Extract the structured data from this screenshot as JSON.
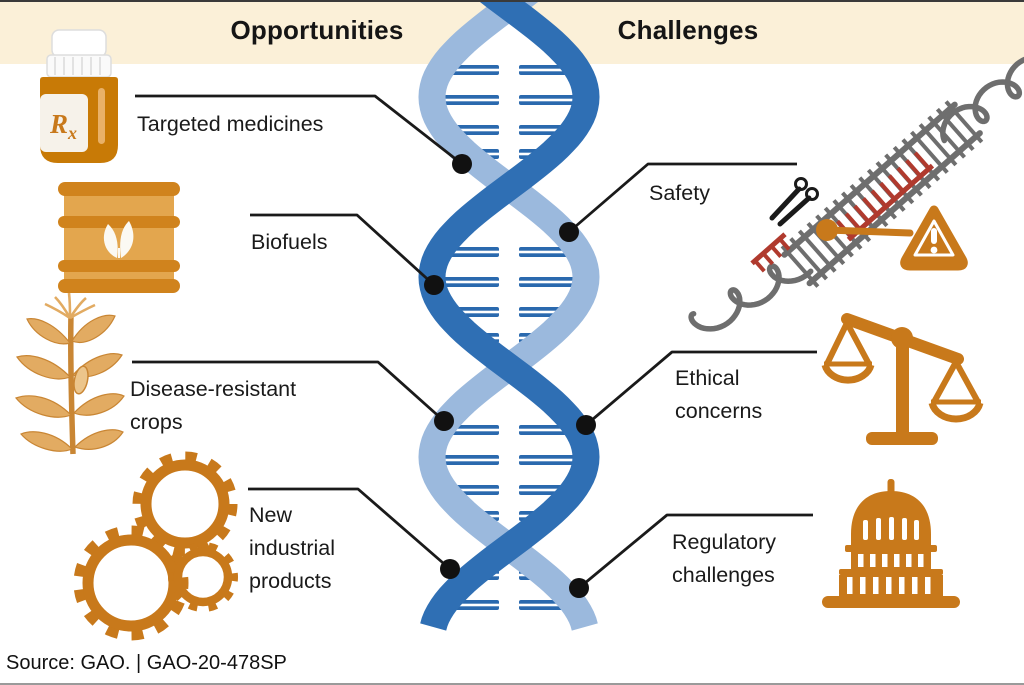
{
  "banner": {
    "opportunities_title": "Opportunities",
    "challenges_title": "Challenges"
  },
  "opportunities": [
    {
      "label": "Targeted medicines",
      "icon": "pill-bottle-icon"
    },
    {
      "label": "Biofuels",
      "icon": "biofuel-barrel-icon"
    },
    {
      "label": "Disease-resistant crops",
      "icon": "corn-plant-icon"
    },
    {
      "label": "New industrial products",
      "icon": "gears-icon"
    }
  ],
  "challenges": [
    {
      "label": "Safety",
      "icon": "gene-editing-scissors-icon"
    },
    {
      "label": "Ethical concerns",
      "icon": "balance-scale-icon"
    },
    {
      "label": "Regulatory challenges",
      "icon": "capitol-building-icon"
    }
  ],
  "label_lines": {
    "disease_resistant_1": "Disease-resistant",
    "disease_resistant_2": "crops",
    "new_industrial_1": "New",
    "new_industrial_2": "industrial",
    "new_industrial_3": "products",
    "ethical_1": "Ethical",
    "ethical_2": "concerns",
    "regulatory_1": "Regulatory",
    "regulatory_2": "challenges"
  },
  "bottle_text": {
    "r": "R",
    "x": "x"
  },
  "source_line": "Source: GAO.  |  GAO-20-478SP",
  "center_graphic": "dna-double-helix",
  "palette": {
    "banner_bg": "#fbf0d8",
    "orange": "#c8791b",
    "orange_light": "#e3a64e",
    "bottle_orange": "#c87a06",
    "helix_dark": "#2f6fb4",
    "helix_light": "#9bb9dd",
    "rung": "#2a69ae",
    "gray": "#6e6e6e",
    "red": "#b03a2e",
    "ink": "#1a1a1a",
    "corn": "#e2ab62",
    "corn_dark": "#c98634",
    "leaf_white": "#fbf9f3",
    "dot_black": "#111111"
  }
}
